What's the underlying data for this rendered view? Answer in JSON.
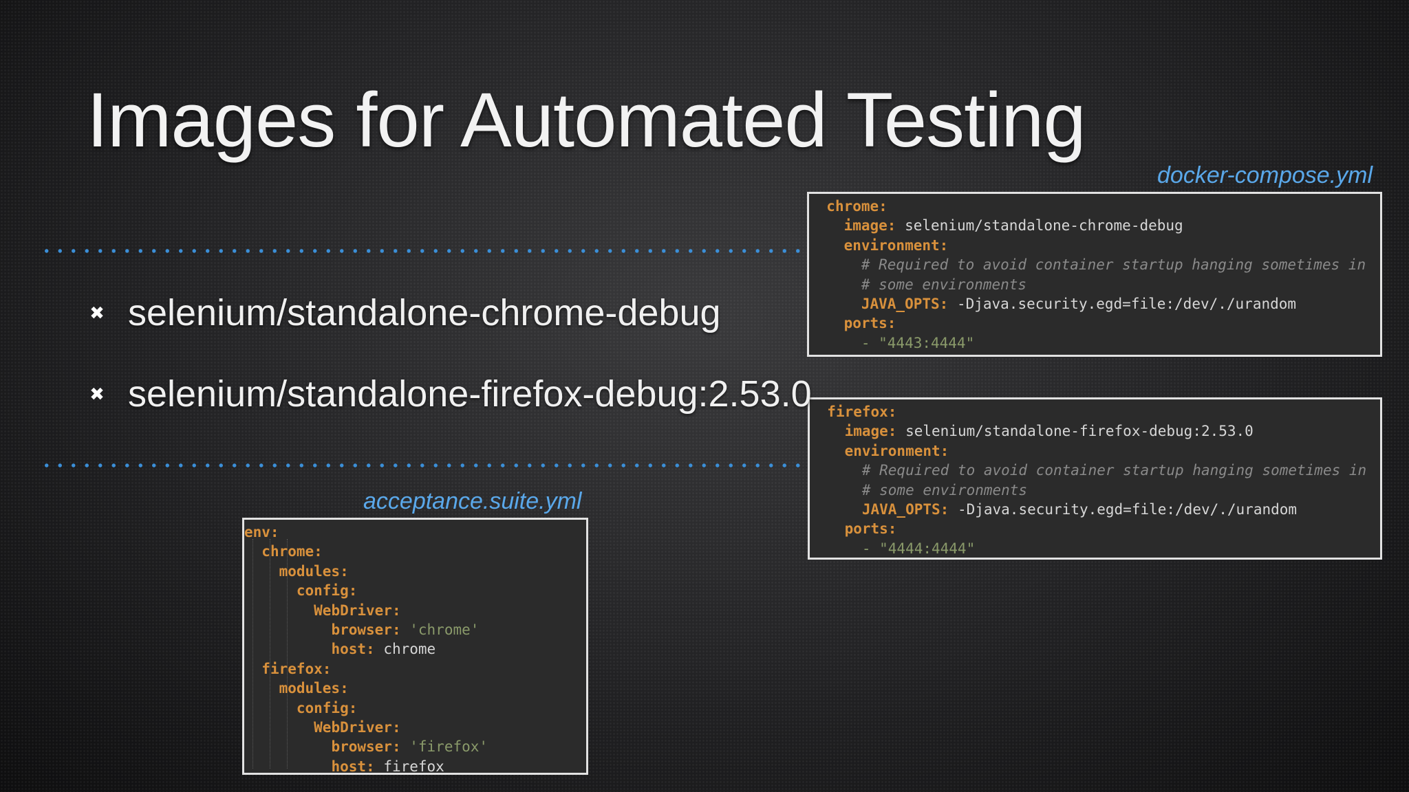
{
  "slide": {
    "title": "Images for Automated Testing",
    "bullets": [
      {
        "icon": "x-bullet-icon",
        "text": "selenium/standalone-chrome-debug"
      },
      {
        "icon": "x-bullet-icon",
        "text": "selenium/standalone-firefox-debug:2.53.0"
      }
    ]
  },
  "compose": {
    "label": "docker-compose.yml",
    "chrome": {
      "service": "chrome:",
      "image_key": "image:",
      "image_val": "selenium/standalone-chrome-debug",
      "env_key": "environment:",
      "comment1": "# Required to avoid container startup hanging sometimes in",
      "comment2": "# some environments",
      "java_key": "JAVA_OPTS:",
      "java_val": "-Djava.security.egd=file:/dev/./urandom",
      "ports_key": "ports:",
      "port_val": "- \"4443:4444\""
    },
    "firefox": {
      "service": "firefox:",
      "image_key": "image:",
      "image_val": "selenium/standalone-firefox-debug:2.53.0",
      "env_key": "environment:",
      "comment1": "# Required to avoid container startup hanging sometimes in",
      "comment2": "# some environments",
      "java_key": "JAVA_OPTS:",
      "java_val": "-Djava.security.egd=file:/dev/./urandom",
      "ports_key": "ports:",
      "port_val": "- \"4444:4444\""
    }
  },
  "acceptance": {
    "label": "acceptance.suite.yml",
    "env": "env:",
    "chrome": "chrome:",
    "firefox": "firefox:",
    "modules": "modules:",
    "config": "config:",
    "webdriver": "WebDriver:",
    "browser_key": "browser:",
    "host_key": "host:",
    "chrome_browser": "'chrome'",
    "chrome_host": "chrome",
    "firefox_browser": "'firefox'",
    "firefox_host": "firefox"
  }
}
